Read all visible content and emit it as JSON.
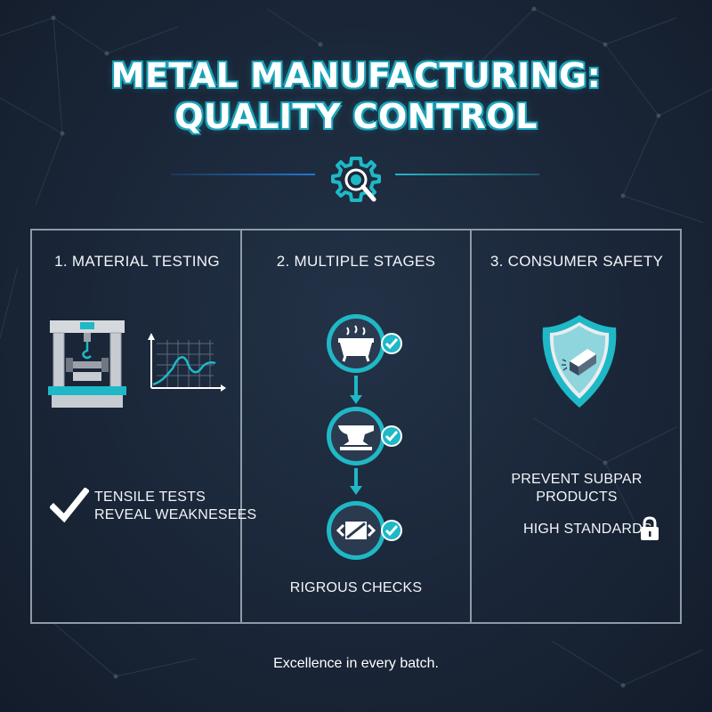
{
  "title": {
    "line1": "METAL MANUFACTURING:",
    "line2": "QUALITY CONTROL"
  },
  "colors": {
    "accent_teal": "#1fb8c6",
    "accent_blue": "#1f78d1",
    "background": "#1a2638",
    "panel_border": "#8f9aa8"
  },
  "header_icon": "gear-magnifier-icon",
  "panels": [
    {
      "title": "1. MATERIAL TESTING",
      "icons": [
        "tensile-testing-machine-icon",
        "stress-strain-graph-icon"
      ],
      "caption_line1": "TENSILE TESTS",
      "caption_line2": "REVEAL WEAKNESEES",
      "caption_icon": "checkmark-icon"
    },
    {
      "title": "2. MULTIPLE STAGES",
      "stages": [
        {
          "icon": "crucible-icon",
          "status_icon": "check-circle-icon"
        },
        {
          "icon": "anvil-icon",
          "status_icon": "check-circle-icon"
        },
        {
          "icon": "metal-bar-icon",
          "status_icon": "check-circle-icon"
        }
      ],
      "caption": "RIGROUS CHECKS"
    },
    {
      "title": "3. CONSUMER SAFETY",
      "icons": [
        "shield-icon"
      ],
      "caption_line1": "PREVENT SUBPAR",
      "caption_line2": "PRODUCTS",
      "caption_line3": "HIGH STANDARDS",
      "caption_icon": "padlock-icon"
    }
  ],
  "footer": "Excellence in every batch."
}
